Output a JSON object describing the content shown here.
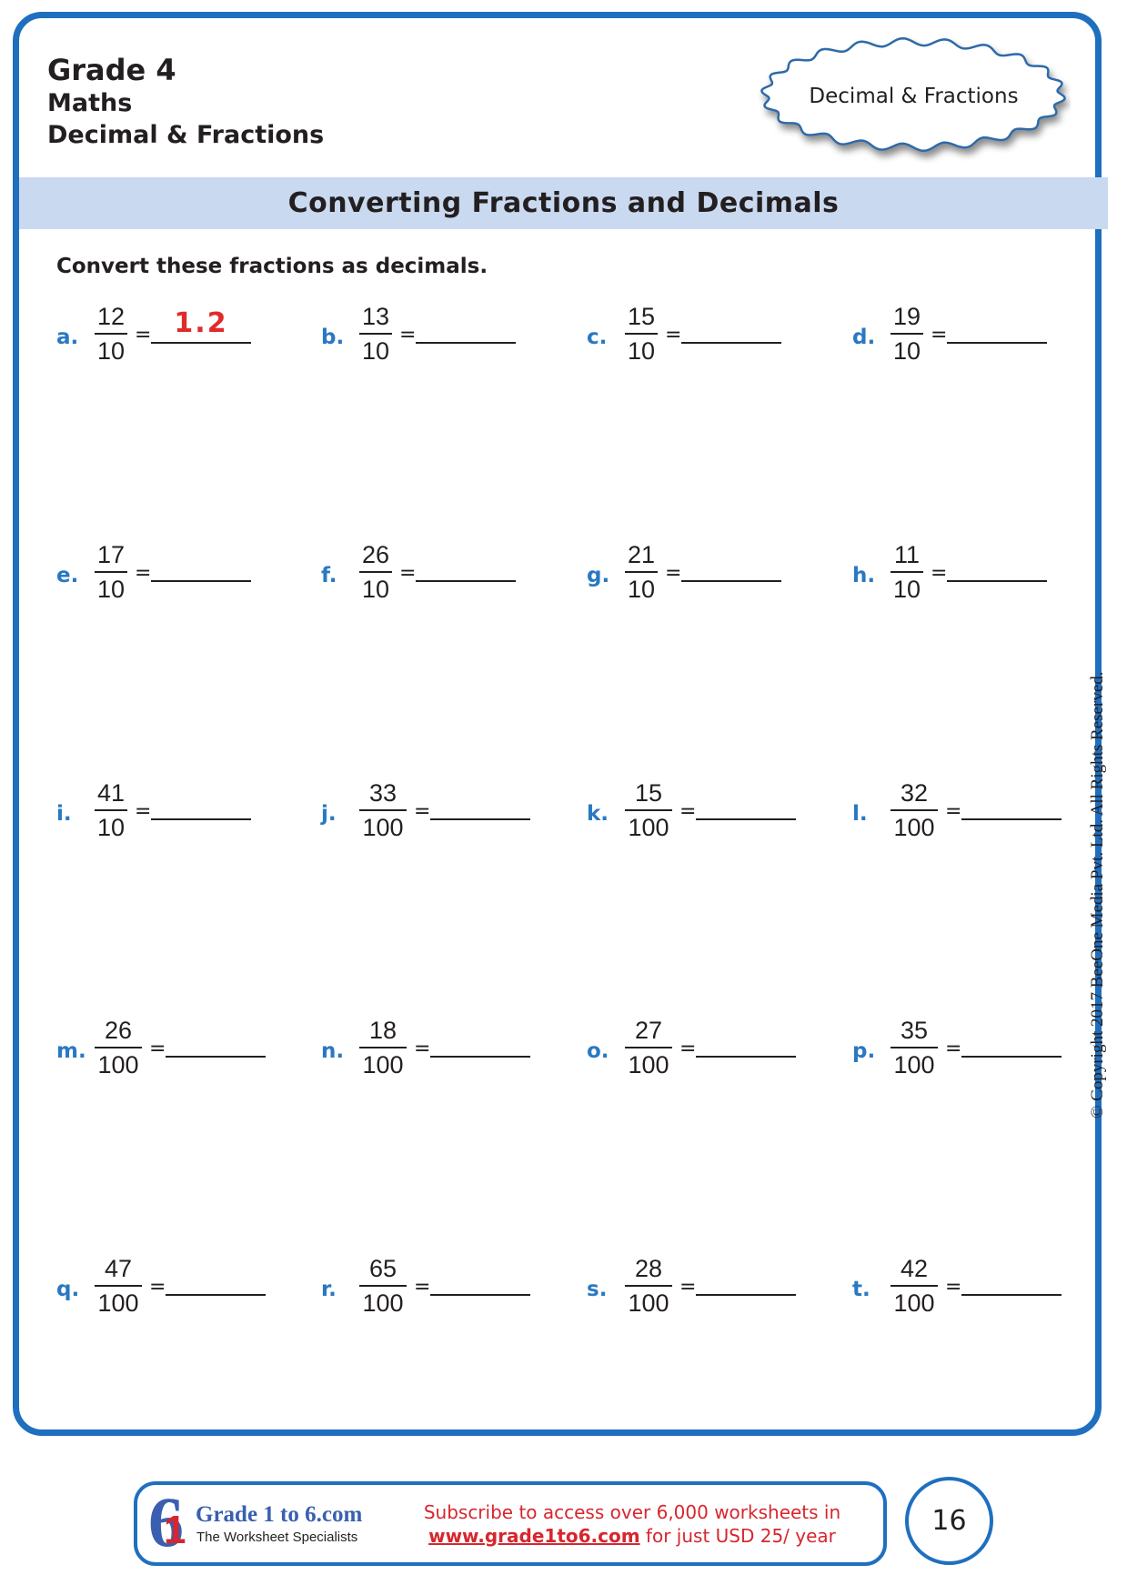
{
  "header": {
    "grade": "Grade 4",
    "subject": "Maths",
    "topic": "Decimal & Fractions",
    "badge": "Decimal & Fractions"
  },
  "title": "Converting Fractions and Decimals",
  "instructions": "Convert these fractions as decimals.",
  "problems": [
    {
      "label": "a.",
      "numerator": "12",
      "denominator": "10",
      "answer": "1.2"
    },
    {
      "label": "b.",
      "numerator": "13",
      "denominator": "10",
      "answer": ""
    },
    {
      "label": "c.",
      "numerator": "15",
      "denominator": "10",
      "answer": ""
    },
    {
      "label": "d.",
      "numerator": "19",
      "denominator": "10",
      "answer": ""
    },
    {
      "label": "e.",
      "numerator": "17",
      "denominator": "10",
      "answer": ""
    },
    {
      "label": "f.",
      "numerator": "26",
      "denominator": "10",
      "answer": ""
    },
    {
      "label": "g.",
      "numerator": "21",
      "denominator": "10",
      "answer": ""
    },
    {
      "label": "h.",
      "numerator": "11",
      "denominator": "10",
      "answer": ""
    },
    {
      "label": "i.",
      "numerator": "41",
      "denominator": "10",
      "answer": ""
    },
    {
      "label": "j.",
      "numerator": "33",
      "denominator": "100",
      "answer": ""
    },
    {
      "label": "k.",
      "numerator": "15",
      "denominator": "100",
      "answer": ""
    },
    {
      "label": "l.",
      "numerator": "32",
      "denominator": "100",
      "answer": ""
    },
    {
      "label": "m.",
      "numerator": "26",
      "denominator": "100",
      "answer": ""
    },
    {
      "label": "n.",
      "numerator": "18",
      "denominator": "100",
      "answer": ""
    },
    {
      "label": "o.",
      "numerator": "27",
      "denominator": "100",
      "answer": ""
    },
    {
      "label": "p.",
      "numerator": "35",
      "denominator": "100",
      "answer": ""
    },
    {
      "label": "q.",
      "numerator": "47",
      "denominator": "100",
      "answer": ""
    },
    {
      "label": "r.",
      "numerator": "65",
      "denominator": "100",
      "answer": ""
    },
    {
      "label": "s.",
      "numerator": "28",
      "denominator": "100",
      "answer": ""
    },
    {
      "label": "t.",
      "numerator": "42",
      "denominator": "100",
      "answer": ""
    }
  ],
  "equals": "=",
  "copyright": "© Copyright 2017 BeeOne Media Pvt. Ltd. All Rights Reserved.",
  "footer": {
    "logo_six": "6",
    "logo_one": "1",
    "brand_name": "Grade 1 to 6.com",
    "brand_tagline": "The Worksheet Specialists",
    "promo_line1": "Subscribe to access over 6,000 worksheets in",
    "promo_link": "www.grade1to6.com",
    "promo_line2_suffix": " for just USD 25/ year",
    "page_number": "16"
  },
  "colors": {
    "frame_blue": "#1f6fbf",
    "band_blue": "#c9d9ef",
    "label_blue": "#2a78c2",
    "answer_red": "#e02b2b",
    "promo_red": "#d7262e",
    "logo_blue": "#3a5fb0"
  }
}
